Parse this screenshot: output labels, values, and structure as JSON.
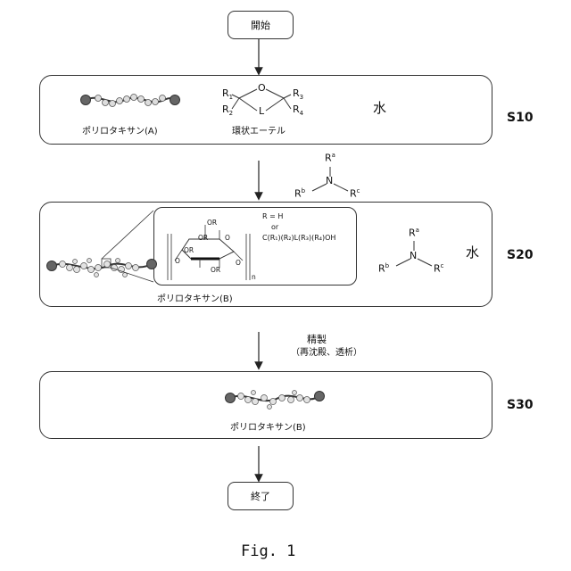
{
  "start": "開始",
  "end": "終了",
  "steps": {
    "s10": "S10",
    "s20": "S20",
    "s30": "S30"
  },
  "s10": {
    "polymer_label": "ポリロタキサン(A)",
    "ether_label": "環状エーテル",
    "ether_atoms": {
      "r1": "R",
      "r2": "R",
      "r3": "R",
      "r4": "R",
      "o": "O",
      "l": "L",
      "i1": "1",
      "i2": "2",
      "i3": "3",
      "i4": "4"
    },
    "water": "水"
  },
  "amine": {
    "n": "N",
    "ra": "R",
    "rb": "R",
    "rc": "R",
    "sa": "a",
    "sb": "b",
    "sc": "c"
  },
  "s20": {
    "polymer_label": "ポリロタキサン(B)",
    "r_def": "R = H",
    "r_or": "or",
    "r_alt": "C(R₁)(R₂)L(R₃)(R₄)OH",
    "or_labels": [
      "OR",
      "OR",
      "OR",
      "OR",
      "O",
      "O",
      "O"
    ],
    "n_label": "n",
    "water": "水"
  },
  "purify": {
    "title": "精製",
    "detail": "（再沈殿、透析）"
  },
  "s30": {
    "polymer_label": "ポリロタキサン(B)"
  },
  "figure_label": "Fig. 1"
}
